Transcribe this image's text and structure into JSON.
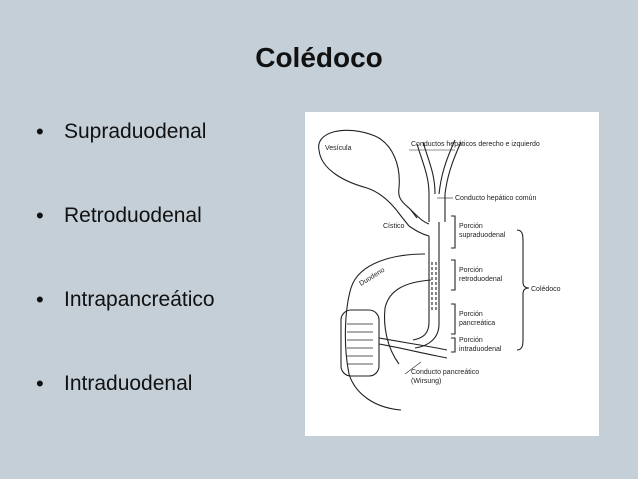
{
  "slide": {
    "title": "Colédoco",
    "bullets": [
      "Supraduodenal",
      "Retroduodenal",
      "Intrapancreático",
      "Intraduodenal"
    ]
  },
  "diagram": {
    "labels": {
      "vesicula": "Vesícula",
      "hepaticos": "Conductos hepáticos derecho e izquierdo",
      "hepatico_comun": "Conducto hepático común",
      "cistico": "Cístico",
      "supra_1": "Porción",
      "supra_2": "supraduodenal",
      "retro_1": "Porción",
      "retro_2": "retroduodenal",
      "pancr_1": "Porción",
      "pancr_2": "pancreática",
      "intra_1": "Porción",
      "intra_2": "intraduodenal",
      "duodeno": "Duodeno",
      "coledoco": "Colédoco",
      "wirsung_1": "Conducto pancreático",
      "wirsung_2": "(Wirsung)"
    }
  }
}
